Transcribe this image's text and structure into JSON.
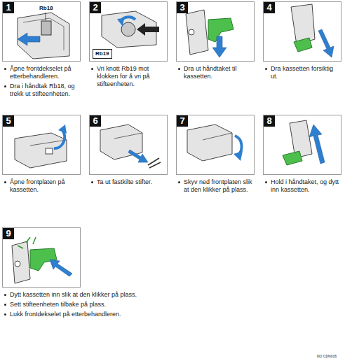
{
  "diagram": {
    "nodes": [
      {
        "text": [
          "Åpne frontdekselet på etterbehandleren.",
          "Dra i håndtak Rb18, og trekk ut stifteenheten."
        ]
      },
      {
        "text": [
          "1"
        ],
        "in": 0
      },
      {
        "text": [
          "Vri knott Rb19 mot klokken for å vri på stifteenheten."
        ]
      },
      {
        "text": [
          "2"
        ],
        "in": 2
      },
      {
        "text": [
          "Dra ut håndtaket til kassetten."
        ]
      },
      {
        "text": [
          "3"
        ],
        "in": 4
      },
      {
        "text": [
          "Dra kassetten forsiktig ut."
        ]
      },
      {
        "text": [
          "4"
        ],
        "in": 6
      },
      {
        "text": [
          "Åpne frontplaten på kassetten."
        ]
      },
      {
        "text": [
          "5"
        ],
        "in": 8
      },
      {
        "text": [
          "Ta ut fastkilte stifter."
        ]
      },
      {
        "text": [
          "6"
        ],
        "in": 10
      },
      {
        "text": [
          "Skyv ned frontplaten slik at den klikker på plass."
        ]
      },
      {
        "text": [
          "7"
        ],
        "in": 12
      },
      {
        "text": [
          "Hold i håndtaket, og dytt inn kassetten."
        ]
      },
      {
        "text": [
          "8"
        ],
        "in": 14
      },
      {
        "text": [
          "Dytt kassetten inn slik at den klikker på plass.",
          "Sett stifteenheten tilbake på plass.",
          "Lukk frontdekselet på etterbehandleren."
        ]
      },
      {
        "text": [
          "9"
        ],
        "in": 16
      }
    ],
    "labels": [
      "Rb18",
      "Rb19",
      "NO CDN016"
    ]
  }
}
